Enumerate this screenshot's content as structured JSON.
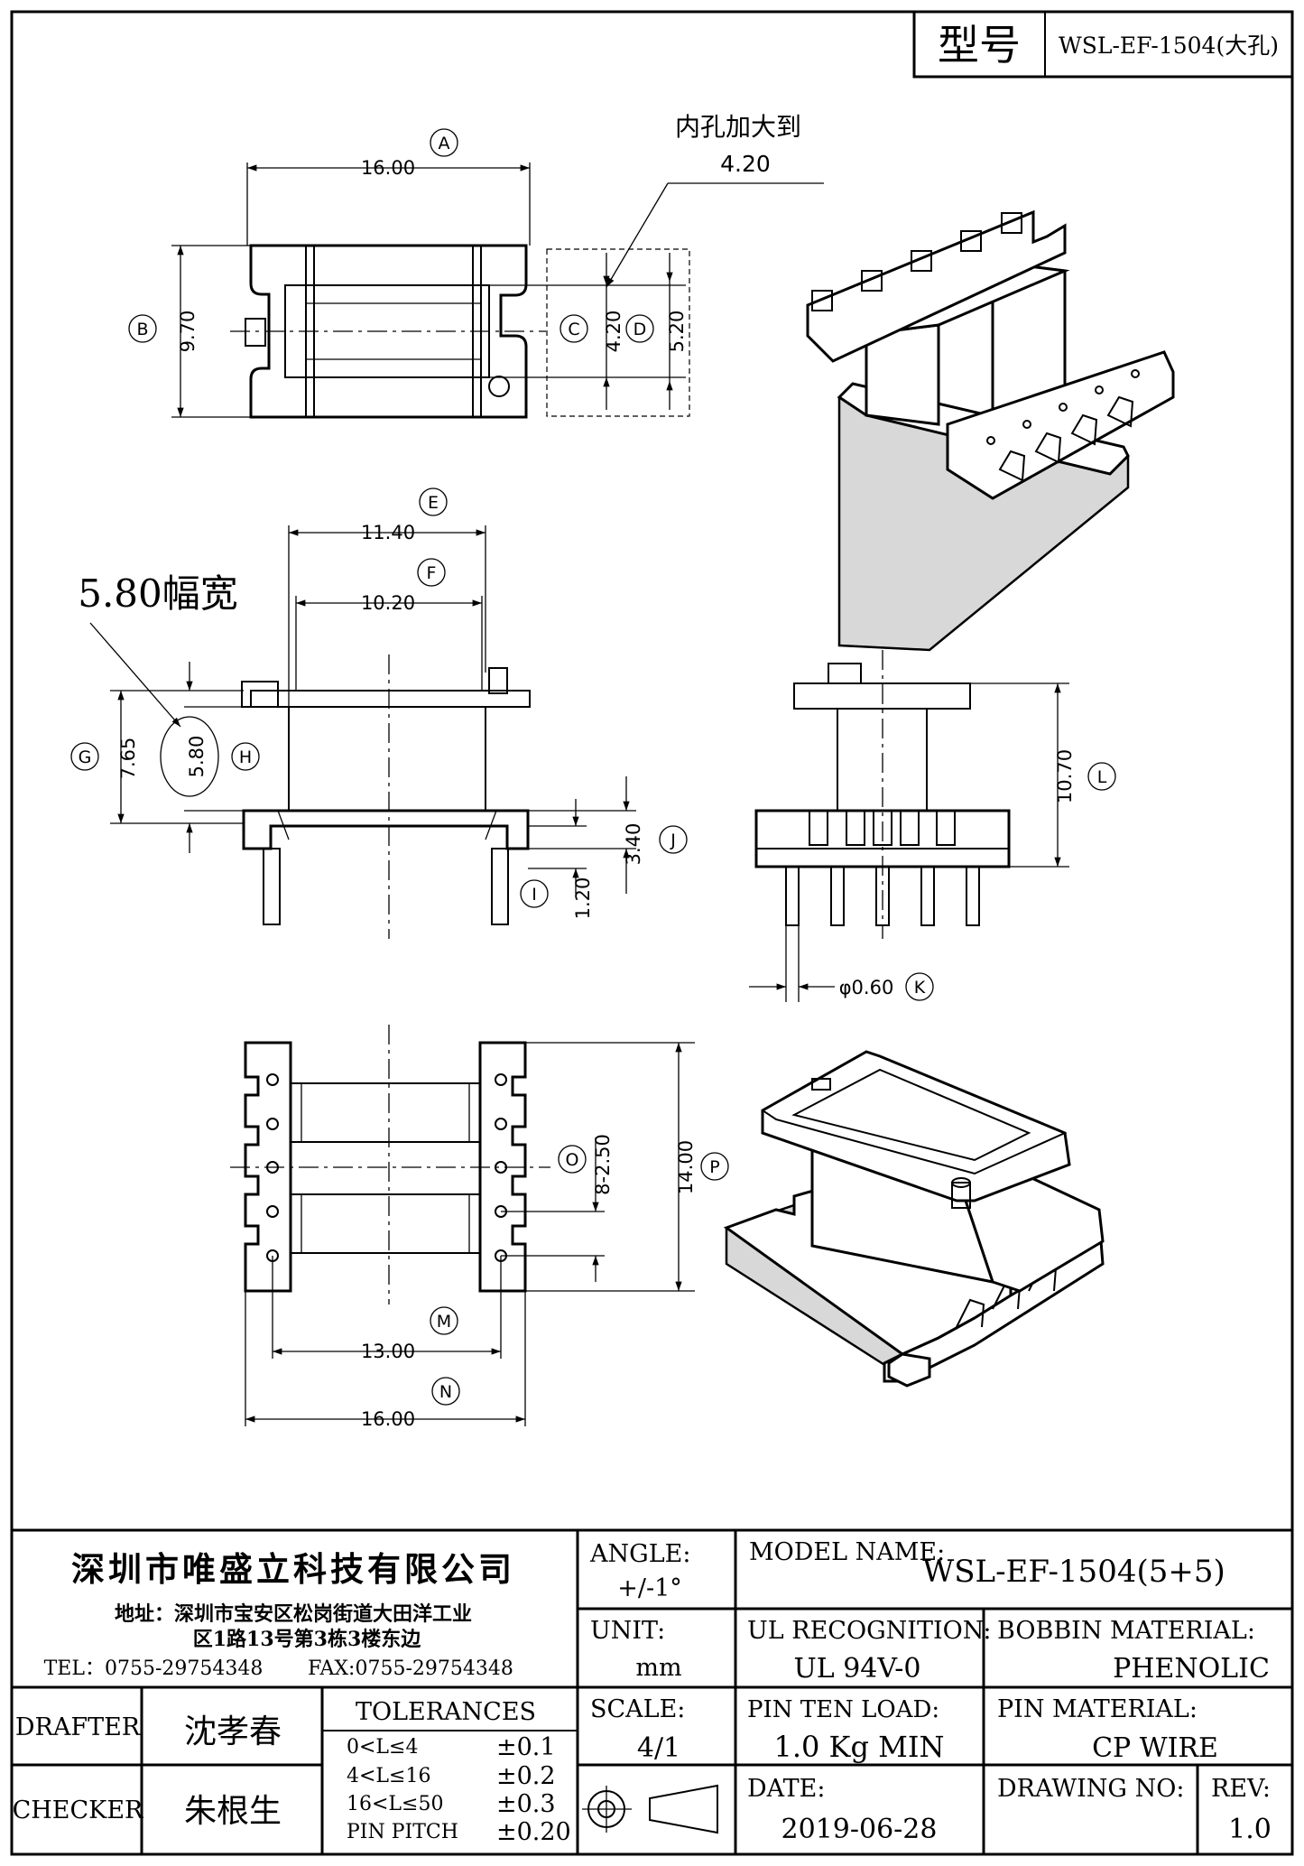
{
  "header": {
    "model_label": "型号",
    "model_value": "WSL-EF-1504(大孔)"
  },
  "drawing": {
    "callouts": {
      "A": "A",
      "B": "B",
      "C": "C",
      "D": "D",
      "E": "E",
      "F": "F",
      "G": "G",
      "H": "H",
      "I": "I",
      "J": "J",
      "K": "K",
      "L": "L",
      "M": "M",
      "N": "N",
      "O": "O",
      "P": "P"
    },
    "dimensions": {
      "A": "16.00",
      "B": "9.70",
      "C": "4.20",
      "D": "5.20",
      "E": "11.40",
      "F": "10.20",
      "G": "7.65",
      "H": "5.80",
      "I": "1.20",
      "J": "3.40",
      "K": "φ0.60",
      "L": "10.70",
      "M": "13.00",
      "N": "16.00",
      "O": "8-2.50",
      "P": "14.00"
    },
    "notes": {
      "hole_note_line1": "内孔加大到",
      "hole_note_line2": "4.20",
      "width_note": "5.80幅宽"
    }
  },
  "title_block": {
    "company_name": "深圳市唯盛立科技有限公司",
    "address_line1": "地址：深圳市宝安区松岗街道大田洋工业",
    "address_line2": "区1路13号第3栋3楼东边",
    "tel": "TEL：0755-29754348",
    "fax": "FAX:0755-29754348",
    "angle_label": "ANGLE:",
    "angle_value": "+/-1°",
    "model_name_label": "MODEL NAME:",
    "model_name_value": "WSL-EF-1504(5+5)",
    "unit_label": "UNIT:",
    "unit_value": "mm",
    "ul_label": "UL RECOGNITION:",
    "ul_value": "UL 94V-0",
    "bobbin_material_label": "BOBBIN MATERIAL:",
    "bobbin_material_value": "PHENOLIC",
    "drafter_label": "DRAFTER",
    "drafter_value": "沈孝春",
    "checker_label": "CHECKER",
    "checker_value": "朱根生",
    "tolerances_label": "TOLERANCES",
    "tolerances": [
      {
        "range": "0<L≤4",
        "value": "±0.1"
      },
      {
        "range": "4<L≤16",
        "value": "±0.2"
      },
      {
        "range": "16<L≤50",
        "value": "±0.3"
      },
      {
        "range": "PIN PITCH",
        "value": "±0.20"
      }
    ],
    "scale_label": "SCALE:",
    "scale_value": "4/1",
    "pin_load_label": "PIN TEN LOAD:",
    "pin_load_value": "1.0 Kg MIN",
    "pin_material_label": "PIN MATERIAL:",
    "pin_material_value": "CP WIRE",
    "date_label": "DATE:",
    "date_value": "2019-06-28",
    "drawing_no_label": "DRAWING NO:",
    "drawing_no_value": "",
    "rev_label": "REV:",
    "rev_value": "1.0"
  }
}
